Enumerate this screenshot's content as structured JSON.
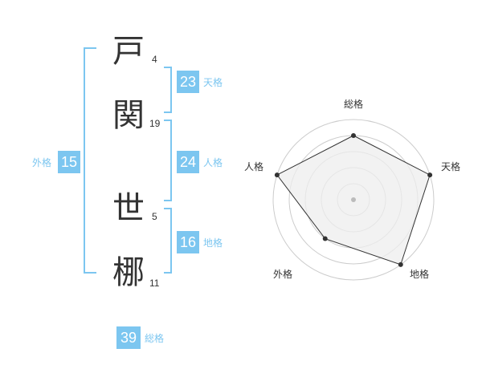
{
  "name": {
    "surname": [
      {
        "char": "戸",
        "strokes": "4"
      },
      {
        "char": "関",
        "strokes": "19"
      }
    ],
    "given": [
      {
        "char": "世",
        "strokes": "5"
      },
      {
        "char": "梛",
        "strokes": "11"
      }
    ]
  },
  "fortunes": {
    "tenkaku": {
      "value": "23",
      "label": "天格"
    },
    "jinkaku": {
      "value": "24",
      "label": "人格"
    },
    "chikaku": {
      "value": "16",
      "label": "地格"
    },
    "gaikaku": {
      "value": "15",
      "label": "外格"
    },
    "soukaku": {
      "value": "39",
      "label": "総格"
    }
  },
  "radar": {
    "axes": [
      "総格",
      "天格",
      "地格",
      "外格",
      "人格"
    ],
    "levels": 5,
    "values": [
      4,
      5,
      5,
      3,
      5
    ],
    "max": 5,
    "colors": {
      "fill": "#eeeeee",
      "stroke": "#333333",
      "grid": "#cccccc",
      "point": "#333333",
      "center": "#bbbbbb"
    }
  },
  "accent_color": "#7cc6f0"
}
